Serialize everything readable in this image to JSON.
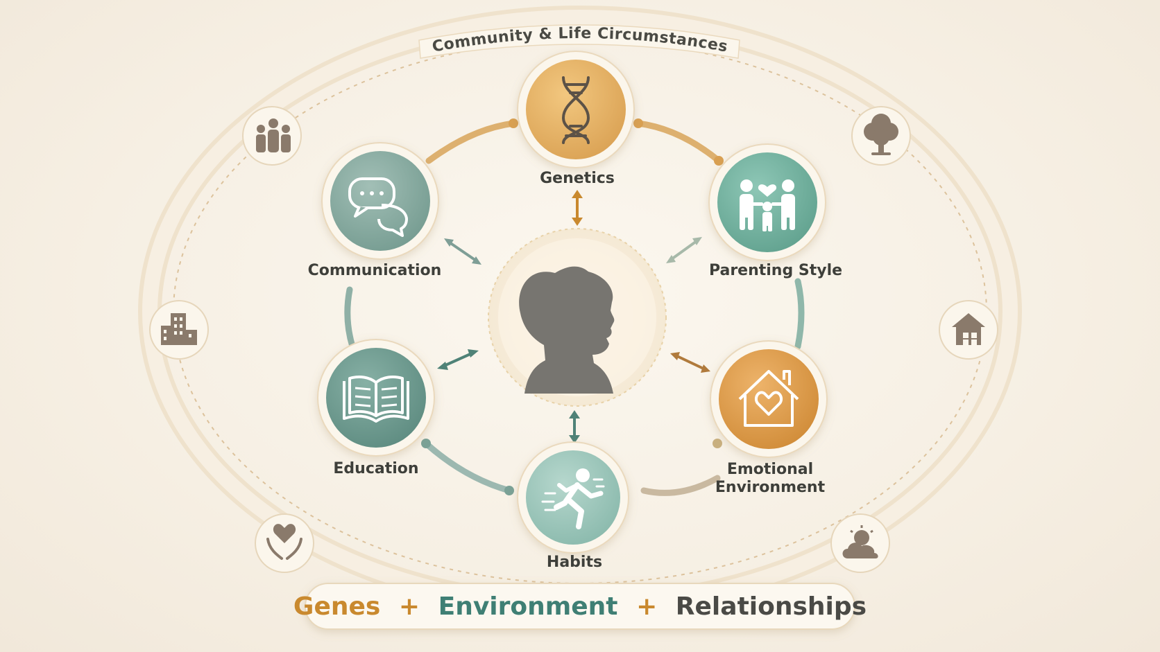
{
  "diagram": {
    "outer_title": "Community & Life Circumstances",
    "center": {
      "name": "child"
    },
    "nodes": [
      {
        "key": "genetics",
        "label": "Genetics",
        "icon": "dna-icon",
        "color": "#e6ad5f"
      },
      {
        "key": "parenting",
        "label": "Parenting Style",
        "icon": "family-icon",
        "color": "#73b3a0"
      },
      {
        "key": "emotional",
        "label_line1": "Emotional",
        "label_line2": "Environment",
        "icon": "house-heart-icon",
        "color": "#d99a48"
      },
      {
        "key": "habits",
        "label": "Habits",
        "icon": "running-child-icon",
        "color": "#9cc4b9"
      },
      {
        "key": "education",
        "label": "Education",
        "icon": "open-book-icon",
        "color": "#6d9a8f"
      },
      {
        "key": "communication",
        "label": "Communication",
        "icon": "speech-bubbles-icon",
        "color": "#82a79d"
      }
    ],
    "outer_icons": [
      "people-group-icon",
      "tree-icon",
      "city-buildings-icon",
      "home-icon",
      "heart-hands-icon",
      "sun-cloud-icon"
    ],
    "footer": {
      "part1": "Genes",
      "plus1": "+",
      "part2": "Environment",
      "plus2": "+",
      "part3": "Relationships"
    },
    "colors": {
      "gold": "#c9892e",
      "teal": "#3f7f74",
      "gray": "#4a4a46"
    }
  }
}
